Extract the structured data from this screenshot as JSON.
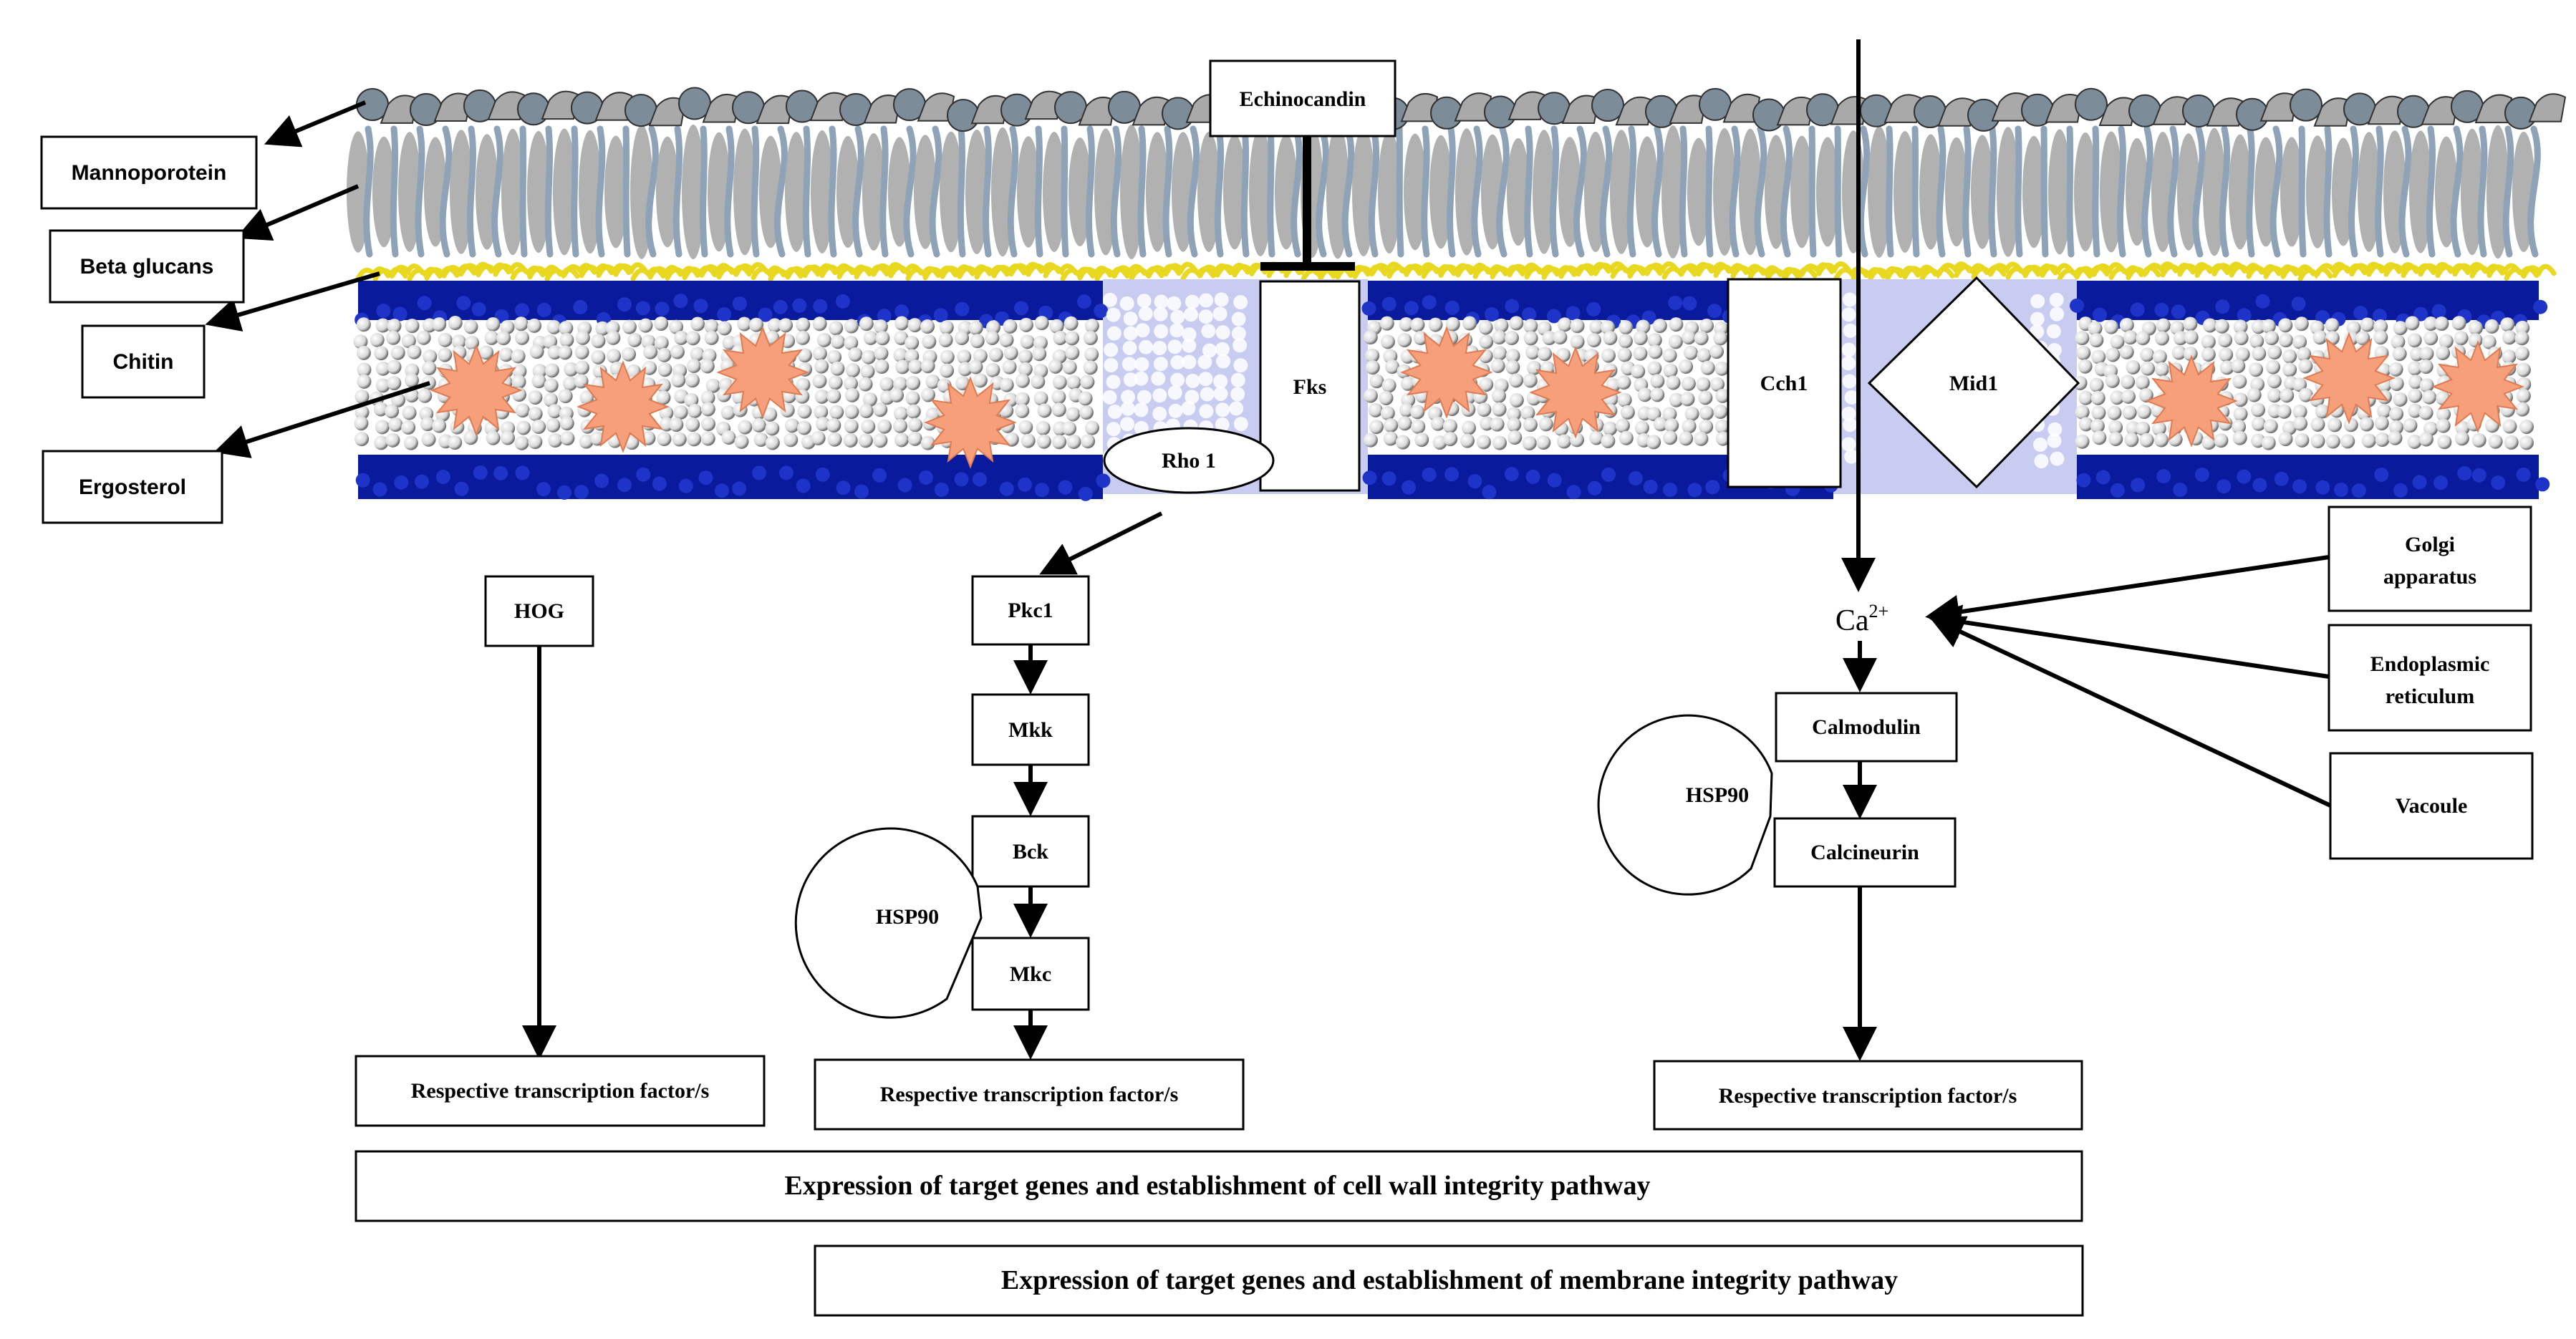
{
  "labels": {
    "mannoprotein": "Mannoporotein",
    "beta_glucans": "Beta glucans",
    "chitin": "Chitin",
    "ergosterol": "Ergosterol",
    "echinocandin": "Echinocandin",
    "fks": "Fks",
    "rho1": "Rho 1",
    "cch1": "Cch1",
    "mid1": "Mid1",
    "hog": "HOG",
    "pkc1": "Pkc1",
    "mkk": "Mkk",
    "bck": "Bck",
    "mkc": "Mkc",
    "hsp90_left": "HSP90",
    "hsp90_right": "HSP90",
    "ca_base": "Ca",
    "ca_sup": "2+",
    "calmodulin": "Calmodulin",
    "calcineurin": "Calcineurin",
    "golgi_line1": "Golgi",
    "golgi_line2": "apparatus",
    "er_line1": "Endoplasmic",
    "er_line2": "reticulum",
    "vacoule": "Vacoule",
    "tf_hog": "Respective transcription factor/s",
    "tf_mkc": "Respective transcription factor/s",
    "tf_calcineurin": "Respective transcription factor/s",
    "expression_cell_wall": "Expression  of target genes and  establishment of cell wall integrity pathway",
    "expression_membrane": "Expression  of target genes and  establishment of membrane integrity pathway"
  },
  "colors": {
    "mannoprotein_fill": "#7d8c99",
    "glucan_fill": "#a9a9a9",
    "glucan_strand": "#8fa3b8",
    "chitin_yellow": "#e8d820",
    "membrane_blue": "#0a1a9c",
    "lipid_white": "#ffffff",
    "lipid_shadow": "#6e6e6e",
    "ergosterol_orange": "#f5a07a",
    "channel_lavender": "#c8ccf0"
  }
}
